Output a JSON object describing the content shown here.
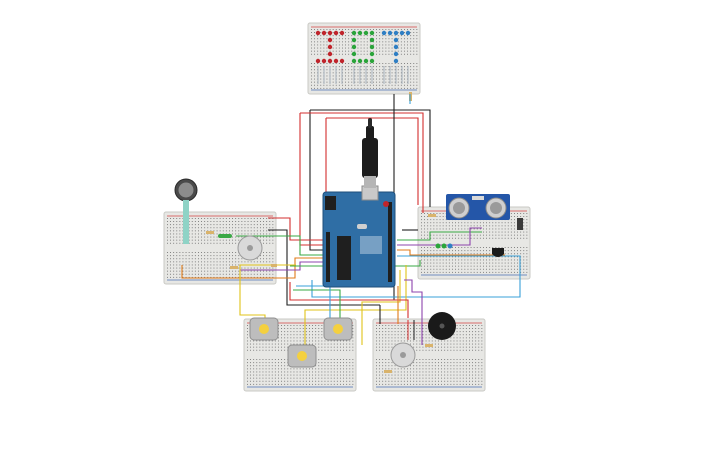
{
  "canvas": {
    "background": "#ffffff"
  },
  "colors": {
    "breadboard": "#e7e7e4",
    "breadboard_edge": "#c9c9c4",
    "hole": "#6d6d6d",
    "rail_red": "#d64545",
    "rail_blue": "#4a6fb5",
    "arduino": "#2f6ea5",
    "arduino_dark": "#1f4f7a",
    "usb_cable": "#1d1d1d",
    "wire_black": "#1f1f1f",
    "wire_red": "#d32f2f",
    "wire_green": "#3aa845",
    "wire_yellow": "#e0c31a",
    "wire_blue": "#3aa0d8",
    "wire_purple": "#8e44ad",
    "wire_orange": "#e07b1a",
    "led_red": "#c0242b",
    "led_green": "#2aa43a",
    "led_blue": "#2f7fc4",
    "servo_body": "#d9d9d9",
    "motor_body": "#bdbdbd",
    "motor_core": "#f4d03f",
    "buzzer": "#1a1a1a",
    "ultrasonic_board": "#2456a8",
    "sensor_can": "#c8c8c8"
  },
  "components": [
    {
      "name": "breadboard-top",
      "kind": "breadboard"
    },
    {
      "name": "breadboard-left",
      "kind": "breadboard"
    },
    {
      "name": "breadboard-right",
      "kind": "breadboard"
    },
    {
      "name": "breadboard-bottom-left",
      "kind": "breadboard"
    },
    {
      "name": "breadboard-bottom-right",
      "kind": "breadboard"
    },
    {
      "name": "arduino-uno",
      "kind": "microcontroller"
    },
    {
      "name": "ultrasonic-sensor",
      "kind": "sensor"
    },
    {
      "name": "force-sensor",
      "kind": "sensor"
    },
    {
      "name": "piezo-buzzer",
      "kind": "output"
    },
    {
      "name": "servo-motor",
      "kind": "actuator"
    },
    {
      "name": "dc-motor",
      "kind": "actuator"
    }
  ]
}
